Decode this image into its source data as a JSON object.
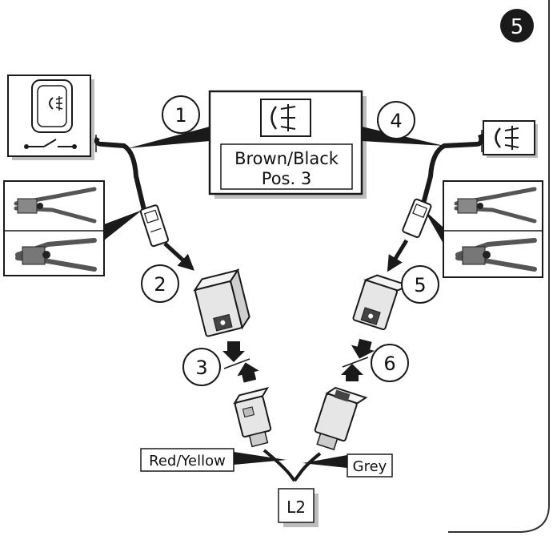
{
  "step_badge": "5",
  "callouts": [
    "1",
    "2",
    "3",
    "4",
    "5",
    "6"
  ],
  "center_box": {
    "line1": "Brown/Black",
    "line2": "Pos. 3",
    "icon": "fog-light-icon"
  },
  "wire_labels": {
    "left": "Red/Yellow",
    "right": "Grey",
    "bottom": "L2"
  },
  "icons": {
    "switch": "fog-light-switch-icon",
    "right_lamp": "fog-light-icon",
    "tools_left": [
      "wire-stripper-icon",
      "crimping-tool-icon"
    ],
    "tools_right": [
      "wire-stripper-icon",
      "crimping-tool-icon"
    ],
    "arrows": [
      "arrow-icon"
    ]
  },
  "colors": {
    "ink": "#1a1a1a",
    "gray": "#7a7a7a",
    "shadow": "#bdbdbd"
  }
}
